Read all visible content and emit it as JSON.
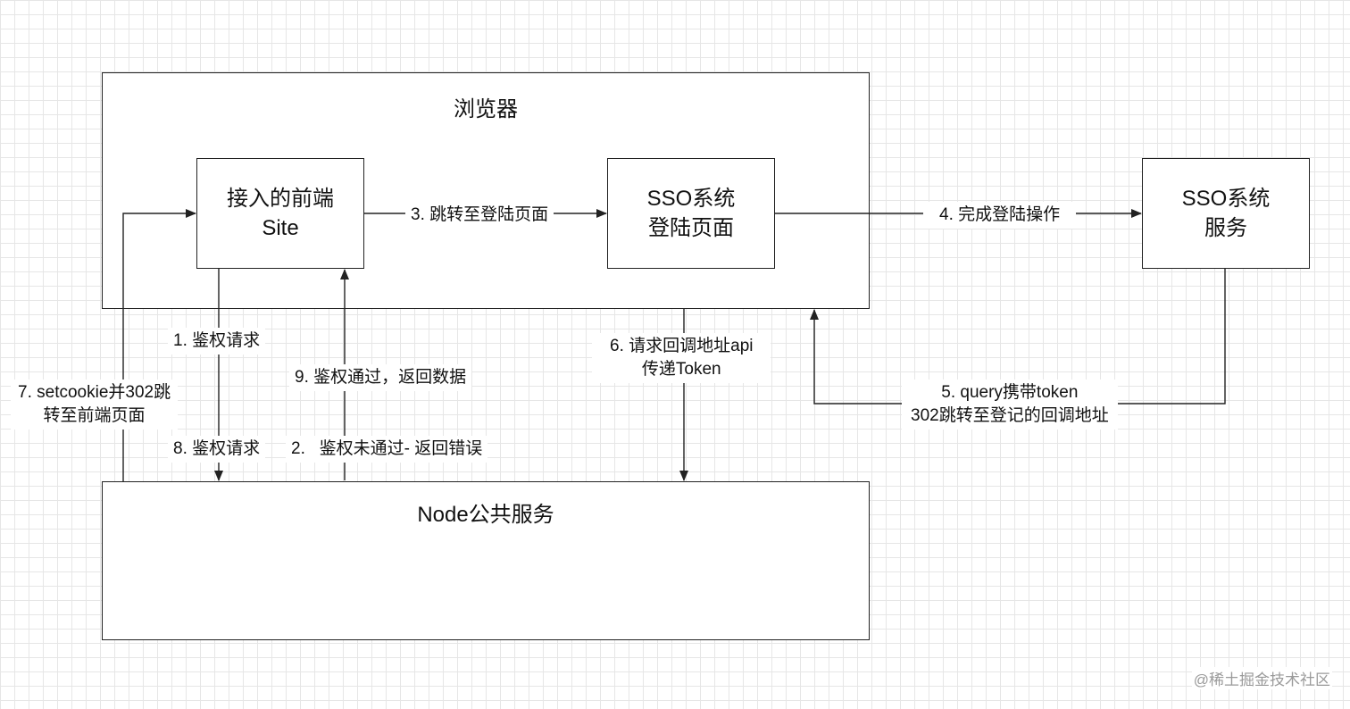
{
  "containers": {
    "browser": {
      "title": "浏览器"
    },
    "node": {
      "title": "Node公共服务"
    }
  },
  "nodes": {
    "frontend": {
      "line1": "接入的前端",
      "line2": "Site"
    },
    "sso_login": {
      "line1": "SSO系统",
      "line2": "登陆页面"
    },
    "sso_service": {
      "line1": "SSO系统",
      "line2": "服务"
    }
  },
  "edges": {
    "e1": "1. 鉴权请求",
    "e2": "2.   鉴权未通过- 返回错误",
    "e3": "3. 跳转至登陆页面",
    "e4": "4. 完成登陆操作",
    "e5": {
      "line1": "5. query携带token",
      "line2": "302跳转至登记的回调地址"
    },
    "e6": {
      "line1": "6. 请求回调地址api",
      "line2": "传递Token"
    },
    "e7": {
      "line1": "7. setcookie并302跳",
      "line2": "转至前端页面"
    },
    "e8": "8. 鉴权请求",
    "e9": "9. 鉴权通过，返回数据"
  },
  "watermark": "@稀土掘金技术社区",
  "colors": {
    "stroke": "#222222",
    "grid": "#e6e6e6",
    "background": "#ffffff"
  }
}
